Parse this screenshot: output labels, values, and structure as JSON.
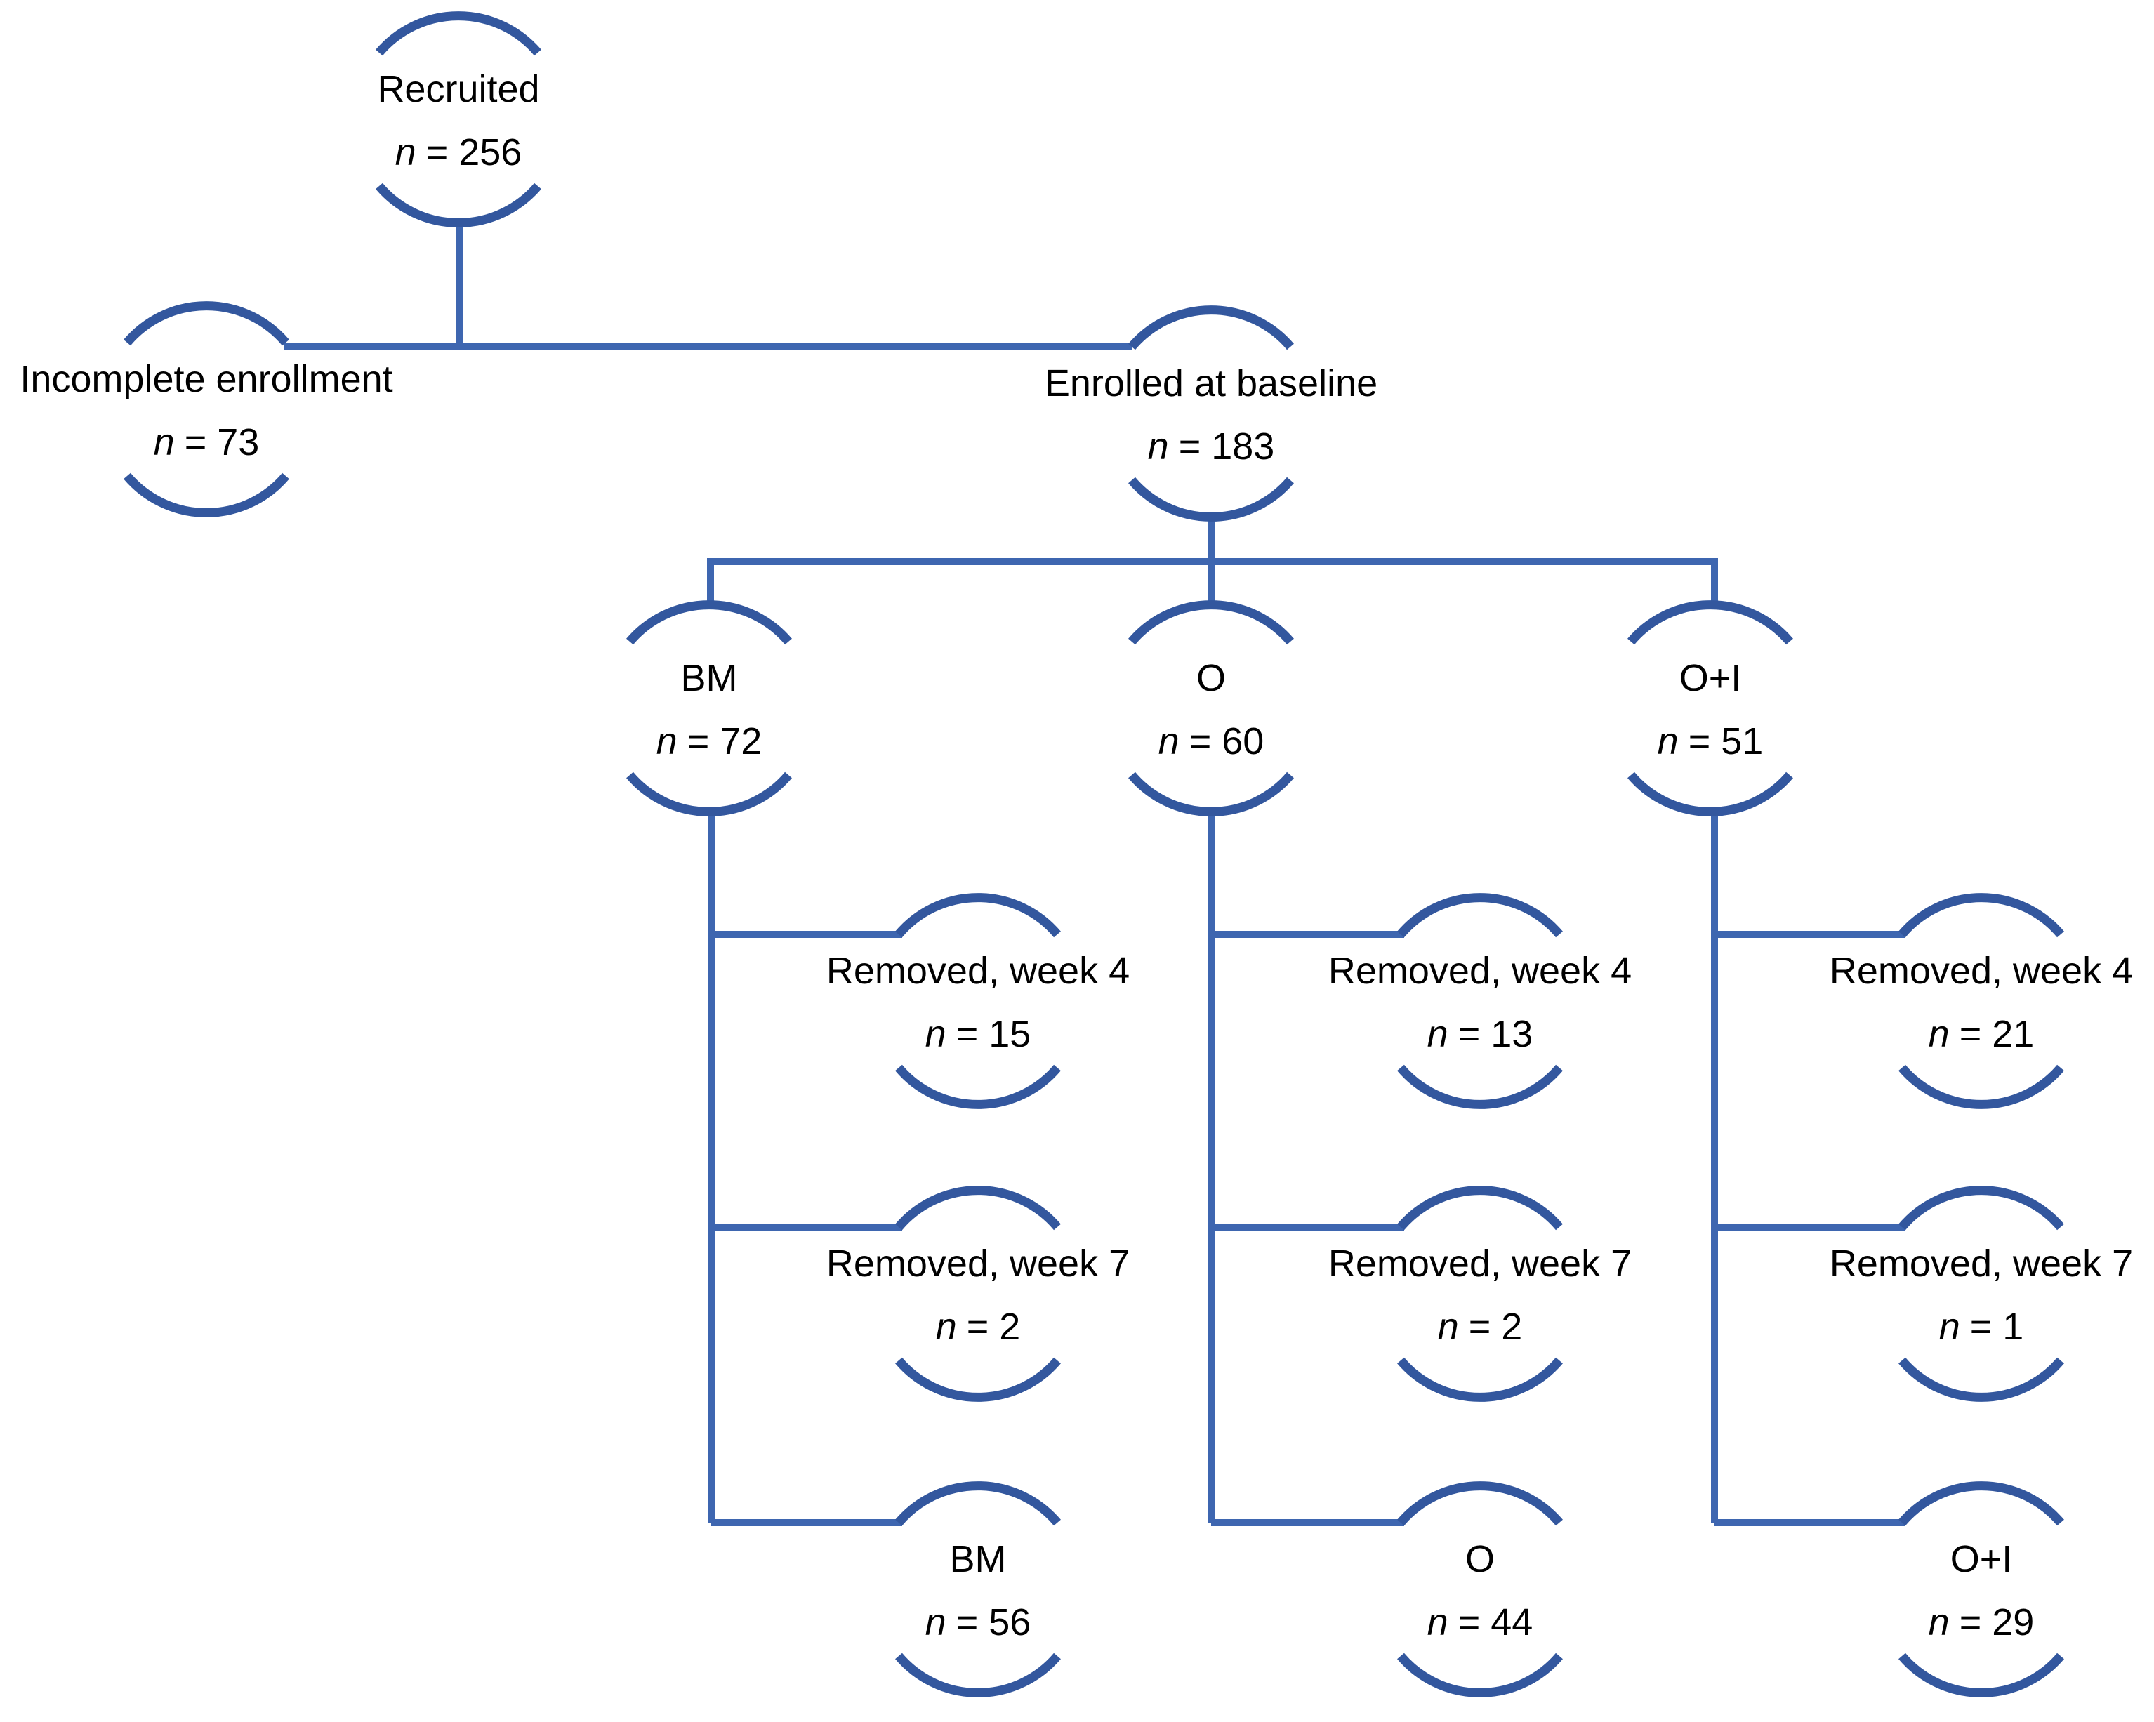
{
  "diagram": {
    "type": "participant-flow-chart",
    "colors": {
      "background": "#ffffff",
      "arc": "#33579e",
      "line": "#3e66b0",
      "text": "#000000"
    },
    "nodes": {
      "recruited": {
        "label": "Recruited",
        "n_var": "n",
        "n_value": "= 256"
      },
      "incomplete": {
        "label": "Incomplete enrollment",
        "n_var": "n",
        "n_value": "= 73"
      },
      "enrolled": {
        "label": "Enrolled at baseline",
        "n_var": "n",
        "n_value": "= 183"
      },
      "bm": {
        "label": "BM",
        "n_var": "n",
        "n_value": "= 72"
      },
      "o": {
        "label": "O",
        "n_var": "n",
        "n_value": "= 60"
      },
      "oi": {
        "label": "O+I",
        "n_var": "n",
        "n_value": "= 51"
      },
      "bm_w4": {
        "label": "Removed, week 4",
        "n_var": "n",
        "n_value": "= 15"
      },
      "o_w4": {
        "label": "Removed, week 4",
        "n_var": "n",
        "n_value": "= 13"
      },
      "oi_w4": {
        "label": "Removed, week 4",
        "n_var": "n",
        "n_value": "= 21"
      },
      "bm_w7": {
        "label": "Removed, week 7",
        "n_var": "n",
        "n_value": "= 2"
      },
      "o_w7": {
        "label": "Removed, week 7",
        "n_var": "n",
        "n_value": "= 2"
      },
      "oi_w7": {
        "label": "Removed, week 7",
        "n_var": "n",
        "n_value": "= 1"
      },
      "bm_final": {
        "label": "BM",
        "n_var": "n",
        "n_value": "= 56"
      },
      "o_final": {
        "label": "O",
        "n_var": "n",
        "n_value": "= 44"
      },
      "oi_final": {
        "label": "O+I",
        "n_var": "n",
        "n_value": "= 29"
      }
    },
    "edges": [
      [
        "recruited",
        "incomplete"
      ],
      [
        "recruited",
        "enrolled"
      ],
      [
        "enrolled",
        "bm"
      ],
      [
        "enrolled",
        "o"
      ],
      [
        "enrolled",
        "oi"
      ],
      [
        "bm",
        "bm_w4"
      ],
      [
        "bm",
        "bm_w7"
      ],
      [
        "bm",
        "bm_final"
      ],
      [
        "o",
        "o_w4"
      ],
      [
        "o",
        "o_w7"
      ],
      [
        "o",
        "o_final"
      ],
      [
        "oi",
        "oi_w4"
      ],
      [
        "oi",
        "oi_w7"
      ],
      [
        "oi",
        "oi_final"
      ]
    ]
  }
}
